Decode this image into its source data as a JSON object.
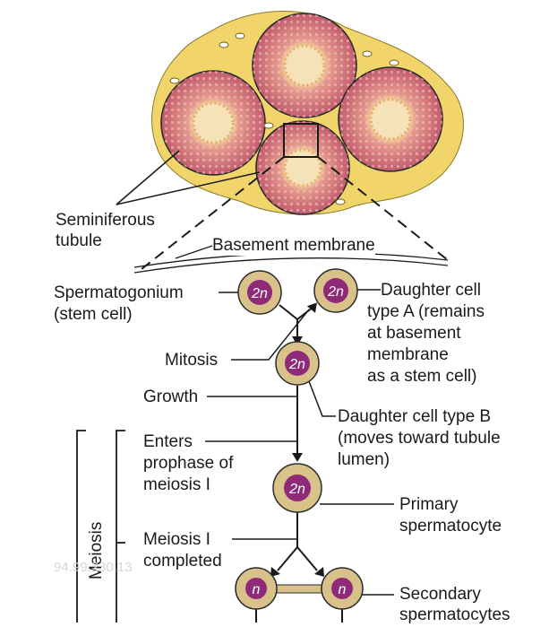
{
  "labels": {
    "seminiferous": "Seminiferous",
    "tubule": "tubule",
    "basement_membrane": "Basement membrane",
    "spermatogonium": "Spermatogonium",
    "stem_cell": "(stem cell)",
    "daughter_a_1": "Daughter cell",
    "daughter_a_2": "type A (remains",
    "daughter_a_3": "at basement",
    "daughter_a_4": "membrane",
    "daughter_a_5": "as a stem cell)",
    "mitosis": "Mitosis",
    "growth": "Growth",
    "daughter_b_1": "Daughter cell type B",
    "daughter_b_2": "(moves toward tubule",
    "daughter_b_3": "lumen)",
    "enters_1": "Enters",
    "enters_2": "prophase of",
    "enters_3": "meiosis I",
    "primary_1": "Primary",
    "primary_2": "spermatocyte",
    "meiosis": "Meiosis",
    "meiosis1_1": "Meiosis I",
    "meiosis1_2": "completed",
    "secondary_1": "Secondary",
    "secondary_2": "spermatocytes"
  },
  "cells": {
    "diploid": "2n",
    "haploid": "n"
  },
  "watermark": "94.99.230.13",
  "colors": {
    "tissue": "#f2d56a",
    "tubule": "#c2606f",
    "lumen": "#f3d9a8",
    "cell_outer": "#d8c28a",
    "nucleus": "#8e2a78"
  }
}
